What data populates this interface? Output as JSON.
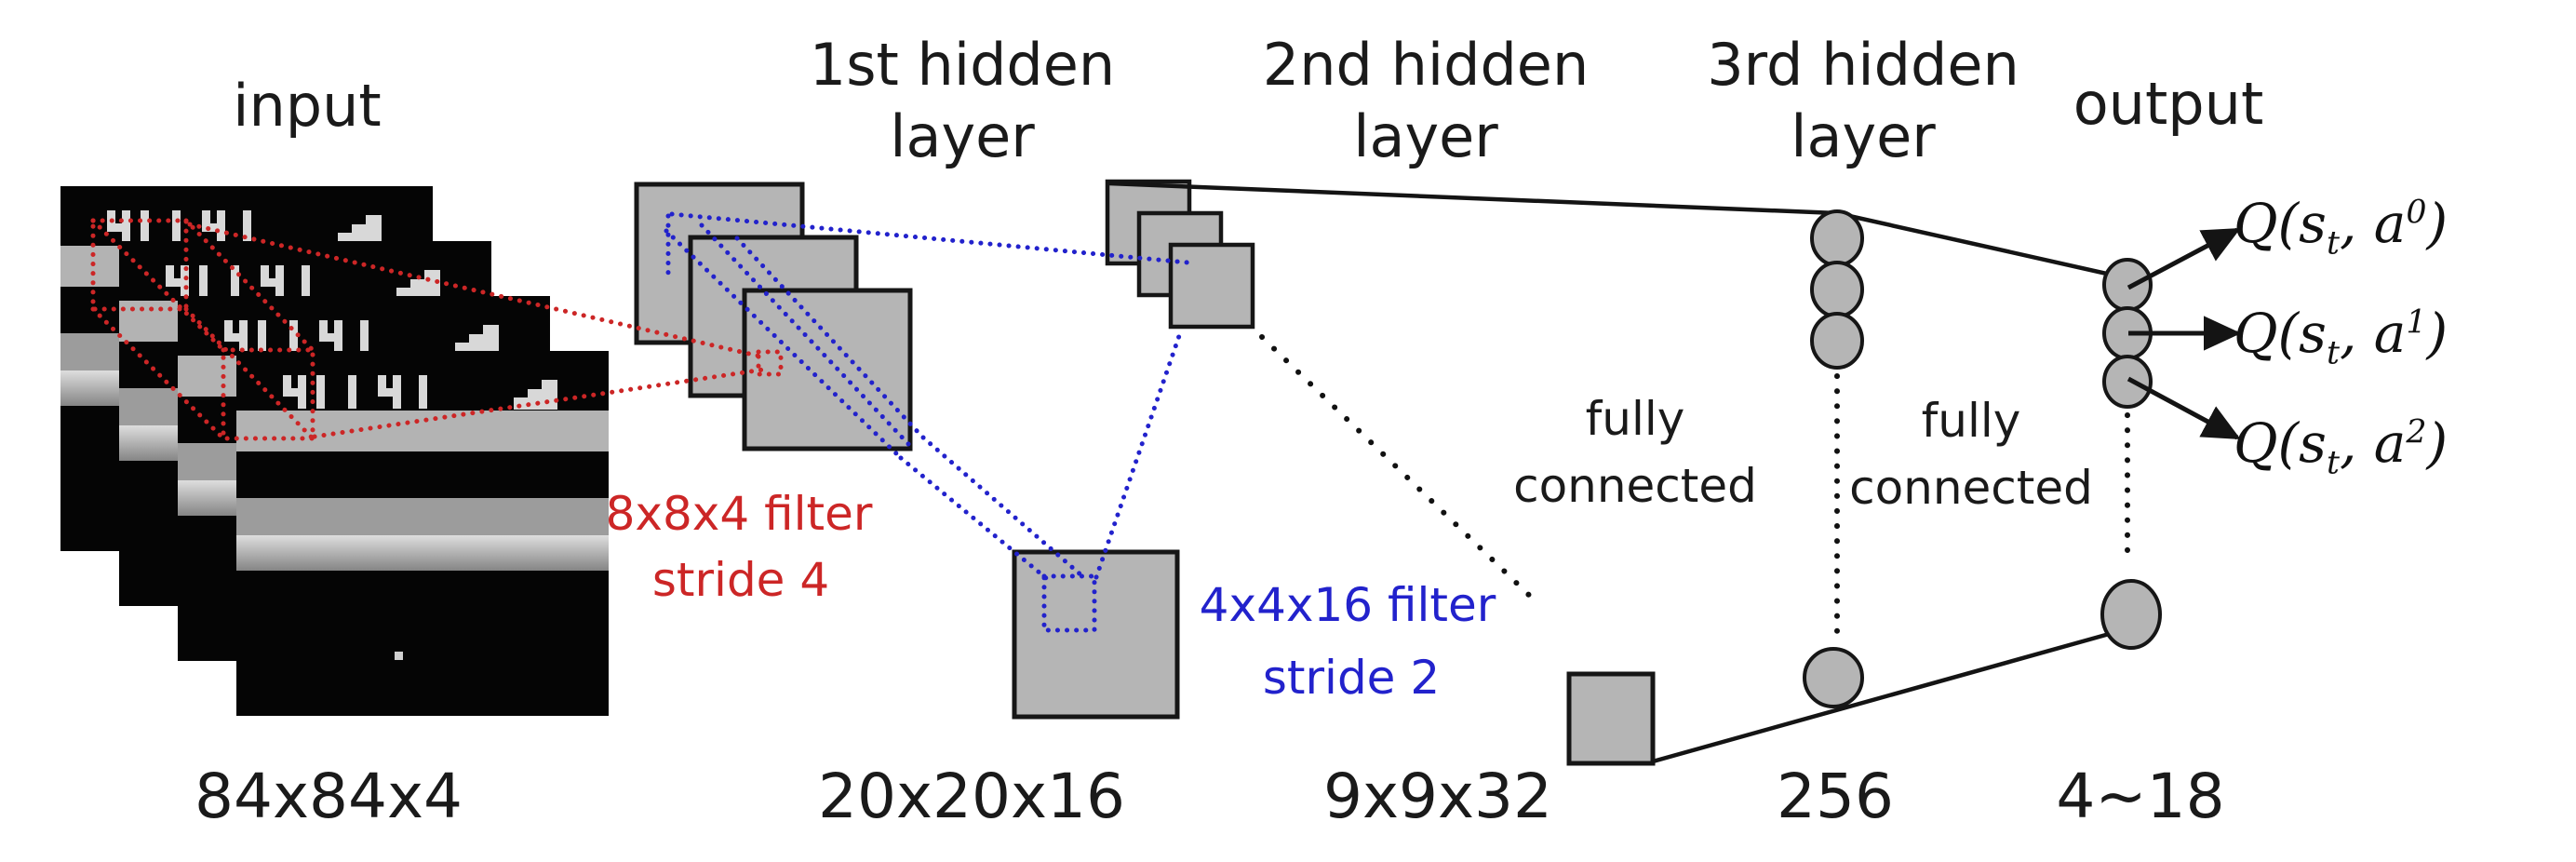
{
  "figure": {
    "type": "neural-network-architecture-diagram",
    "subject": "Deep Q-Network (DQN) convolutional architecture",
    "columns": [
      {
        "id": "input",
        "title_lines": [
          "input",
          ""
        ],
        "dim_label": "84x84x4"
      },
      {
        "id": "conv1",
        "title_lines": [
          "1st hidden",
          "layer"
        ],
        "dim_label": "20x20x16"
      },
      {
        "id": "conv2",
        "title_lines": [
          "2nd hidden",
          "layer"
        ],
        "dim_label": "9x9x32"
      },
      {
        "id": "fc1",
        "title_lines": [
          "3rd hidden",
          "layer"
        ],
        "dim_label": "256"
      },
      {
        "id": "output",
        "title_lines": [
          "output",
          ""
        ],
        "dim_label": "4~18"
      }
    ],
    "filter_annotations": [
      {
        "id": "conv1-filter",
        "lines": [
          "8x8x4 filter",
          "stride 4"
        ],
        "color": "#cc2626"
      },
      {
        "id": "conv2-filter",
        "lines": [
          "4x4x16 filter",
          "stride 2"
        ],
        "color": "#2222cc"
      }
    ],
    "fc_labels": [
      {
        "lines": [
          "fully",
          "connected"
        ]
      },
      {
        "lines": [
          "fully",
          "connected"
        ]
      }
    ],
    "outputs": [
      {
        "prefix": "Q(s",
        "sub": "t",
        "infix": ", a",
        "sup": "0",
        "suffix": ")"
      },
      {
        "prefix": "Q(s",
        "sub": "t",
        "infix": ", a",
        "sup": "1",
        "suffix": ")"
      },
      {
        "prefix": "Q(s",
        "sub": "t",
        "infix": ", a",
        "sup": "2",
        "suffix": ")"
      }
    ],
    "colors": {
      "shape_fill": "#b5b5b5",
      "shape_stroke": "#161616",
      "conv1_filter": "#cc2626",
      "conv2_filter": "#2222cc",
      "text": "#1a1a1a",
      "background": "#ffffff"
    }
  }
}
